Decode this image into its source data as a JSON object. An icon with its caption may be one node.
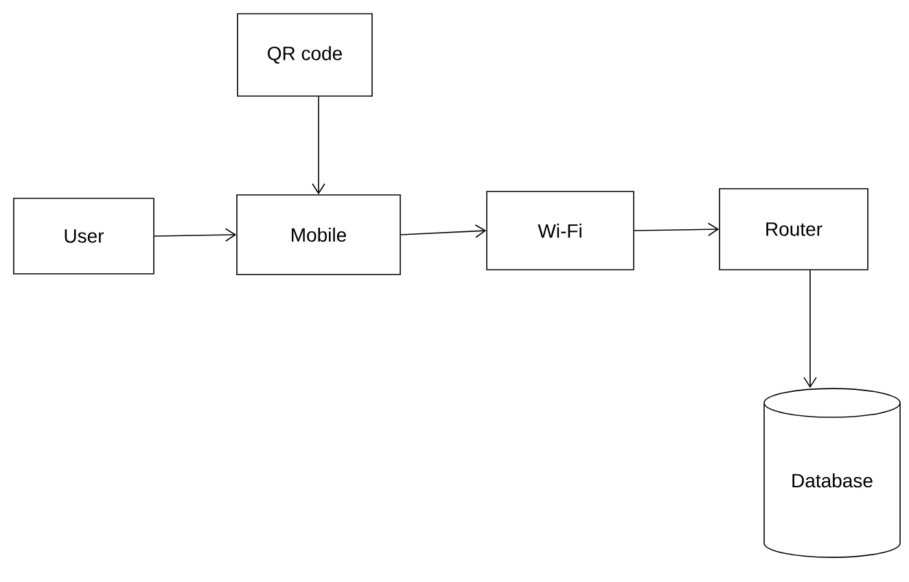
{
  "diagram": {
    "nodes": [
      {
        "text": [
          "QR code"
        ]
      },
      {
        "text": [
          "User"
        ]
      },
      {
        "text": [
          "Mobile"
        ]
      },
      {
        "text": [
          "Wi-Fi"
        ]
      },
      {
        "text": [
          "Router"
        ]
      },
      {
        "text": [
          "Database"
        ]
      }
    ],
    "edges": [
      {
        "from": 0,
        "to": 2,
        "arrow": "to"
      },
      {
        "from": 1,
        "to": 2,
        "arrow": "to"
      },
      {
        "from": 2,
        "to": 3,
        "arrow": "to"
      },
      {
        "from": 3,
        "to": 4,
        "arrow": "to"
      },
      {
        "from": 4,
        "to": 5,
        "arrow": "to"
      }
    ]
  }
}
